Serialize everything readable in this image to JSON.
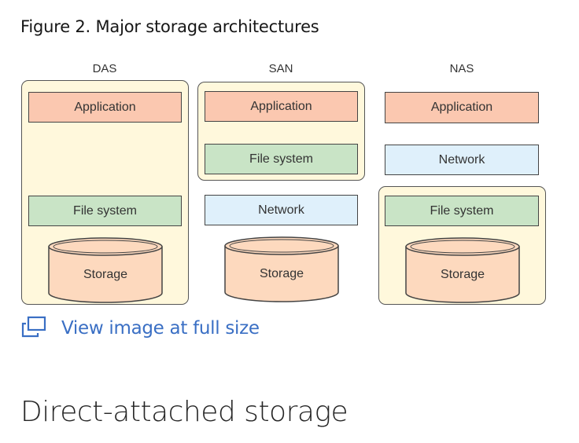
{
  "figure": {
    "caption": "Figure 2. Major storage architectures",
    "columns": [
      {
        "title": "DAS",
        "layers": [
          "Application",
          "File system"
        ],
        "storage": "Storage"
      },
      {
        "title": "SAN",
        "layers": [
          "Application",
          "File system",
          "Network"
        ],
        "storage": "Storage"
      },
      {
        "title": "NAS",
        "layers": [
          "Application",
          "Network",
          "File system"
        ],
        "storage": "Storage"
      }
    ],
    "colors": {
      "frame": "#fff8dc",
      "application": "#fbc8b0",
      "file_system": "#c9e4c6",
      "network": "#dff0fb",
      "storage": "#fdd9be"
    }
  },
  "link": {
    "icon": "launch-icon",
    "label": "View image at full size"
  },
  "section_heading": "Direct-attached storage"
}
